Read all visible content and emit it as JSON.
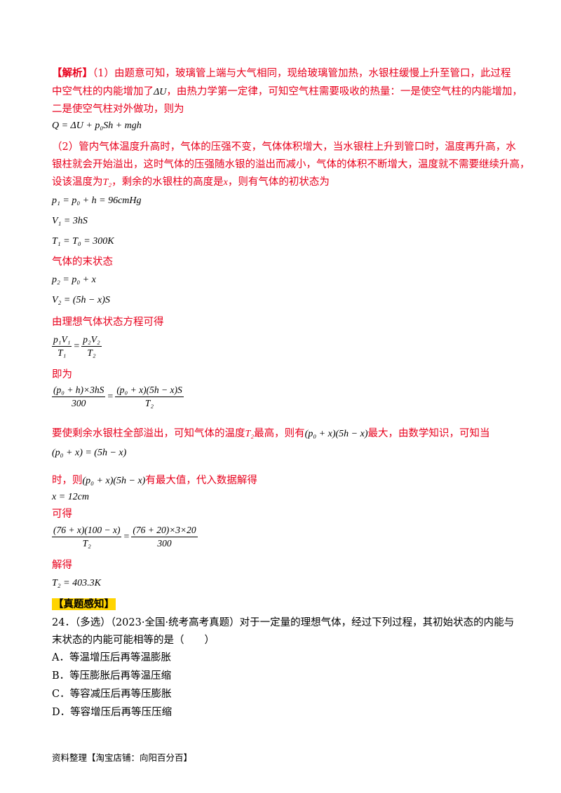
{
  "analysis": {
    "tag": "【解析】",
    "p1_line1": "（1）由题意可知，玻璃管上端与大气相同，现给玻璃管加热，水银柱缓慢上升至管口，此过程",
    "p1_line2_a": "中空气柱的内能增加了",
    "p1_line2_du": "ΔU",
    "p1_line2_b": "，由热力学第一定律，可知空气柱需要吸收的热量：一是使空气柱的内能增加，",
    "p1_line3": "二是使空气柱对外做功，则为",
    "eq_q": "Q = ΔU + p₀Sh + mgh",
    "p2_line1": "（2）管内气体温度升高时，气体的压强不变，气体体积增大，当水银柱上升到管口时，温度再升高，水",
    "p2_line2": "银柱就会开始溢出，这时气体的压强随水银的溢出而减小，气体的体积不断增大，温度就不需要继续升高，",
    "p2_line3_a": "设该温度为",
    "p2_line3_t2": "T₂",
    "p2_line3_b": "，剩余的水银柱的高度是",
    "p2_line3_x": "x",
    "p2_line3_c": "，则有气体的初状态为",
    "eq_p1": "p₁ = p₀ + h = 96cmHg",
    "eq_v1": "V₁ = 3hS",
    "eq_t1": "T₁ = T₀ = 300K",
    "final_state": "气体的末状态",
    "eq_p2": "p₂ = p₀ + x",
    "eq_v2": "V₂ = (5h − x)S",
    "ideal_gas": "由理想气体状态方程可得",
    "frac1_num_l": "p₁V₁",
    "frac1_den_l": "T₁",
    "frac1_num_r": "p₂V₂",
    "frac1_den_r": "T₂",
    "namely": "即为",
    "frac2_num_l": "(p₀ + h)×3hS",
    "frac2_den_l": "300",
    "frac2_num_r": "(p₀ + x)(5h − x)S",
    "frac2_den_r": "T₂",
    "max_line_a": "要使剩余水银柱全部溢出，可知气体的温度",
    "max_line_t2": "T₂",
    "max_line_b": "最高，则有",
    "max_line_expr": "(p₀ + x)(5h − x)",
    "max_line_c": "最大，由数学知识，可知当",
    "cond_expr": "(p₀ + x) = (5h − x)",
    "when_a": "时，则",
    "when_expr": "(p₀ + x)(5h − x)",
    "when_b": "有最大值，代入数据解得",
    "eq_x": "x = 12cm",
    "obtain": "可得",
    "frac3_num_l": "(76 + x)(100 − x)",
    "frac3_den_l": "T₂",
    "frac3_num_r": "(76 + 20)×3×20",
    "frac3_den_r": "300",
    "solve": "解得",
    "eq_t2": "T₂ = 403.3K"
  },
  "section_tag": "【真题感知】",
  "question": {
    "line1": "24．（多选）（2023·全国·统考高考真题）对于一定量的理想气体，经过下列过程，其初始状态的内能与",
    "line2": "末状态的内能可能相等的是（　　）",
    "options": [
      "A．等温增压后再等温膨胀",
      "B．等压膨胀后再等温压缩",
      "C．等容减压后再等压膨胀",
      "D．等容增压后再等压压缩"
    ]
  },
  "footer": "资料整理【淘宝店铺：向阳百分百】"
}
